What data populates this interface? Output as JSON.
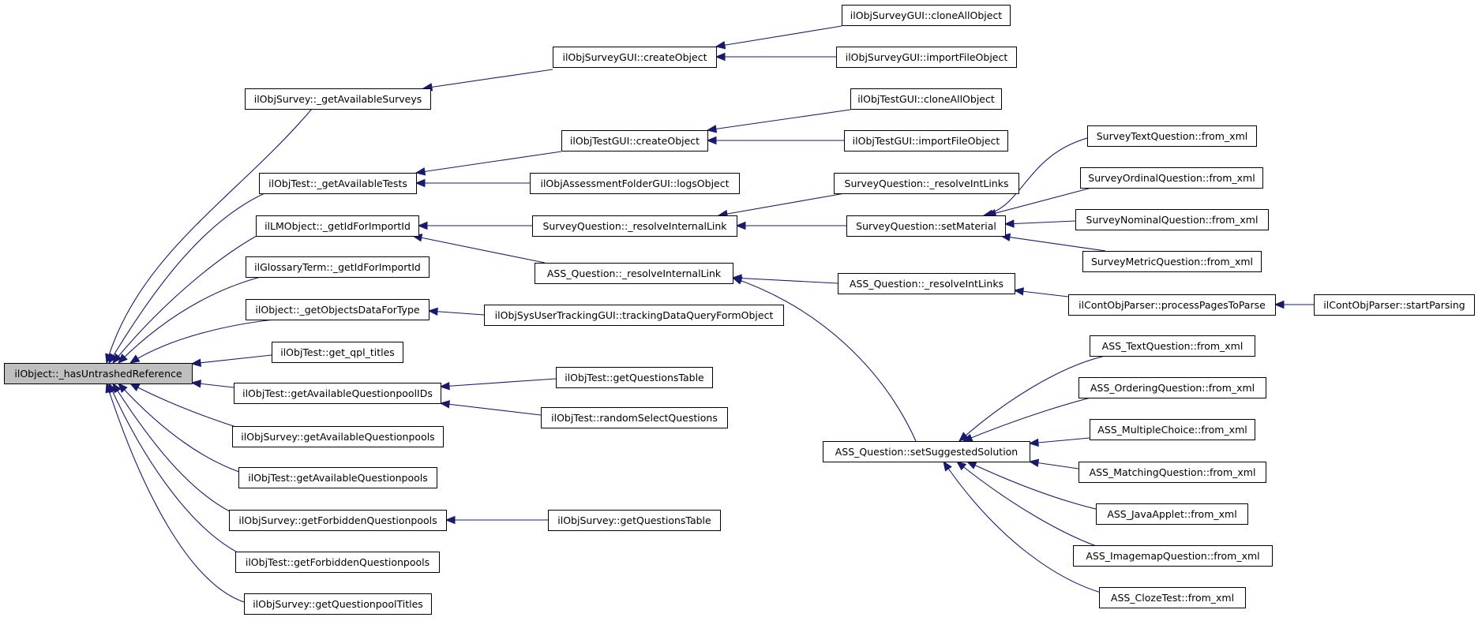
{
  "diagram": {
    "type": "call-graph",
    "colors": {
      "edge": "#191970",
      "highlight_fill": "#bfbfbf",
      "node_fill": "#ffffff",
      "node_stroke": "#000000"
    },
    "nodes": [
      {
        "id": "root",
        "label": "ilObject::_hasUntrashedReference",
        "highlight": true
      },
      {
        "id": "survey_avail",
        "label": "ilObjSurvey::_getAvailableSurveys"
      },
      {
        "id": "test_avail",
        "label": "ilObjTest::_getAvailableTests"
      },
      {
        "id": "lm_getid",
        "label": "ilLMObject::_getIdForImportId"
      },
      {
        "id": "gloss_getid",
        "label": "ilGlossaryTerm::_getIdForImportId"
      },
      {
        "id": "obj_data",
        "label": "ilObject::_getObjectsDataForType"
      },
      {
        "id": "qpl_titles",
        "label": "ilObjTest::get_qpl_titles"
      },
      {
        "id": "test_qp_ids",
        "label": "ilObjTest::getAvailableQuestionpoolIDs"
      },
      {
        "id": "survey_avail_qp",
        "label": "ilObjSurvey::getAvailableQuestionpools"
      },
      {
        "id": "test_avail_qp",
        "label": "ilObjTest::getAvailableQuestionpools"
      },
      {
        "id": "survey_forb",
        "label": "ilObjSurvey::getForbiddenQuestionpools"
      },
      {
        "id": "test_forb",
        "label": "ilObjTest::getForbiddenQuestionpools"
      },
      {
        "id": "survey_qp_titles",
        "label": "ilObjSurvey::getQuestionpoolTitles"
      },
      {
        "id": "sgui_create",
        "label": "ilObjSurveyGUI::createObject"
      },
      {
        "id": "tgui_create",
        "label": "ilObjTestGUI::createObject"
      },
      {
        "id": "afgui_logs",
        "label": "ilObjAssessmentFolderGUI::logsObject"
      },
      {
        "id": "sq_resolve",
        "label": "SurveyQuestion::_resolveInternalLink"
      },
      {
        "id": "assq_resolve",
        "label": "ASS_Question::_resolveInternalLink"
      },
      {
        "id": "tracking",
        "label": "ilObjSysUserTrackingGUI::trackingDataQueryFormObject"
      },
      {
        "id": "test_qtable",
        "label": "ilObjTest::getQuestionsTable"
      },
      {
        "id": "test_random",
        "label": "ilObjTest::randomSelectQuestions"
      },
      {
        "id": "survey_qtable",
        "label": "ilObjSurvey::getQuestionsTable"
      },
      {
        "id": "sgui_clone",
        "label": "ilObjSurveyGUI::cloneAllObject"
      },
      {
        "id": "sgui_import",
        "label": "ilObjSurveyGUI::importFileObject"
      },
      {
        "id": "tgui_clone",
        "label": "ilObjTestGUI::cloneAllObject"
      },
      {
        "id": "tgui_import",
        "label": "ilObjTestGUI::importFileObject"
      },
      {
        "id": "sq_resolve_int",
        "label": "SurveyQuestion::_resolveIntLinks"
      },
      {
        "id": "sq_setmat",
        "label": "SurveyQuestion::setMaterial"
      },
      {
        "id": "assq_resolve_int",
        "label": "ASS_Question::_resolveIntLinks"
      },
      {
        "id": "assq_setsugg",
        "label": "ASS_Question::setSuggestedSolution"
      },
      {
        "id": "sq_text",
        "label": "SurveyTextQuestion::from_xml"
      },
      {
        "id": "sq_ordinal",
        "label": "SurveyOrdinalQuestion::from_xml"
      },
      {
        "id": "sq_nominal",
        "label": "SurveyNominalQuestion::from_xml"
      },
      {
        "id": "sq_metric",
        "label": "SurveyMetricQuestion::from_xml"
      },
      {
        "id": "cop_process",
        "label": "ilContObjParser::processPagesToParse"
      },
      {
        "id": "cop_start",
        "label": "ilContObjParser::startParsing"
      },
      {
        "id": "ass_text",
        "label": "ASS_TextQuestion::from_xml"
      },
      {
        "id": "ass_order",
        "label": "ASS_OrderingQuestion::from_xml"
      },
      {
        "id": "ass_mc",
        "label": "ASS_MultipleChoice::from_xml"
      },
      {
        "id": "ass_match",
        "label": "ASS_MatchingQuestion::from_xml"
      },
      {
        "id": "ass_java",
        "label": "ASS_JavaApplet::from_xml"
      },
      {
        "id": "ass_imagemap",
        "label": "ASS_ImagemapQuestion::from_xml"
      },
      {
        "id": "ass_cloze",
        "label": "ASS_ClozeTest::from_xml"
      }
    ],
    "edges": [
      {
        "from": "survey_avail",
        "to": "root"
      },
      {
        "from": "test_avail",
        "to": "root"
      },
      {
        "from": "lm_getid",
        "to": "root"
      },
      {
        "from": "gloss_getid",
        "to": "root"
      },
      {
        "from": "obj_data",
        "to": "root"
      },
      {
        "from": "qpl_titles",
        "to": "root"
      },
      {
        "from": "test_qp_ids",
        "to": "root"
      },
      {
        "from": "survey_avail_qp",
        "to": "root"
      },
      {
        "from": "test_avail_qp",
        "to": "root"
      },
      {
        "from": "survey_forb",
        "to": "root"
      },
      {
        "from": "test_forb",
        "to": "root"
      },
      {
        "from": "survey_qp_titles",
        "to": "root"
      },
      {
        "from": "sgui_create",
        "to": "survey_avail"
      },
      {
        "from": "tgui_create",
        "to": "test_avail"
      },
      {
        "from": "afgui_logs",
        "to": "test_avail"
      },
      {
        "from": "sq_resolve",
        "to": "lm_getid"
      },
      {
        "from": "assq_resolve",
        "to": "lm_getid"
      },
      {
        "from": "tracking",
        "to": "obj_data"
      },
      {
        "from": "test_qtable",
        "to": "test_qp_ids"
      },
      {
        "from": "test_random",
        "to": "test_qp_ids"
      },
      {
        "from": "survey_qtable",
        "to": "survey_forb"
      },
      {
        "from": "sgui_clone",
        "to": "sgui_create"
      },
      {
        "from": "sgui_import",
        "to": "sgui_create"
      },
      {
        "from": "tgui_clone",
        "to": "tgui_create"
      },
      {
        "from": "tgui_import",
        "to": "tgui_create"
      },
      {
        "from": "sq_resolve_int",
        "to": "sq_resolve"
      },
      {
        "from": "sq_setmat",
        "to": "sq_resolve"
      },
      {
        "from": "assq_resolve_int",
        "to": "assq_resolve"
      },
      {
        "from": "assq_setsugg",
        "to": "assq_resolve"
      },
      {
        "from": "sq_text",
        "to": "sq_setmat"
      },
      {
        "from": "sq_ordinal",
        "to": "sq_setmat"
      },
      {
        "from": "sq_nominal",
        "to": "sq_setmat"
      },
      {
        "from": "sq_metric",
        "to": "sq_setmat"
      },
      {
        "from": "cop_process",
        "to": "assq_resolve_int"
      },
      {
        "from": "cop_start",
        "to": "cop_process"
      },
      {
        "from": "ass_text",
        "to": "assq_setsugg"
      },
      {
        "from": "ass_order",
        "to": "assq_setsugg"
      },
      {
        "from": "ass_mc",
        "to": "assq_setsugg"
      },
      {
        "from": "ass_match",
        "to": "assq_setsugg"
      },
      {
        "from": "ass_java",
        "to": "assq_setsugg"
      },
      {
        "from": "ass_imagemap",
        "to": "assq_setsugg"
      },
      {
        "from": "ass_cloze",
        "to": "assq_setsugg"
      }
    ]
  }
}
